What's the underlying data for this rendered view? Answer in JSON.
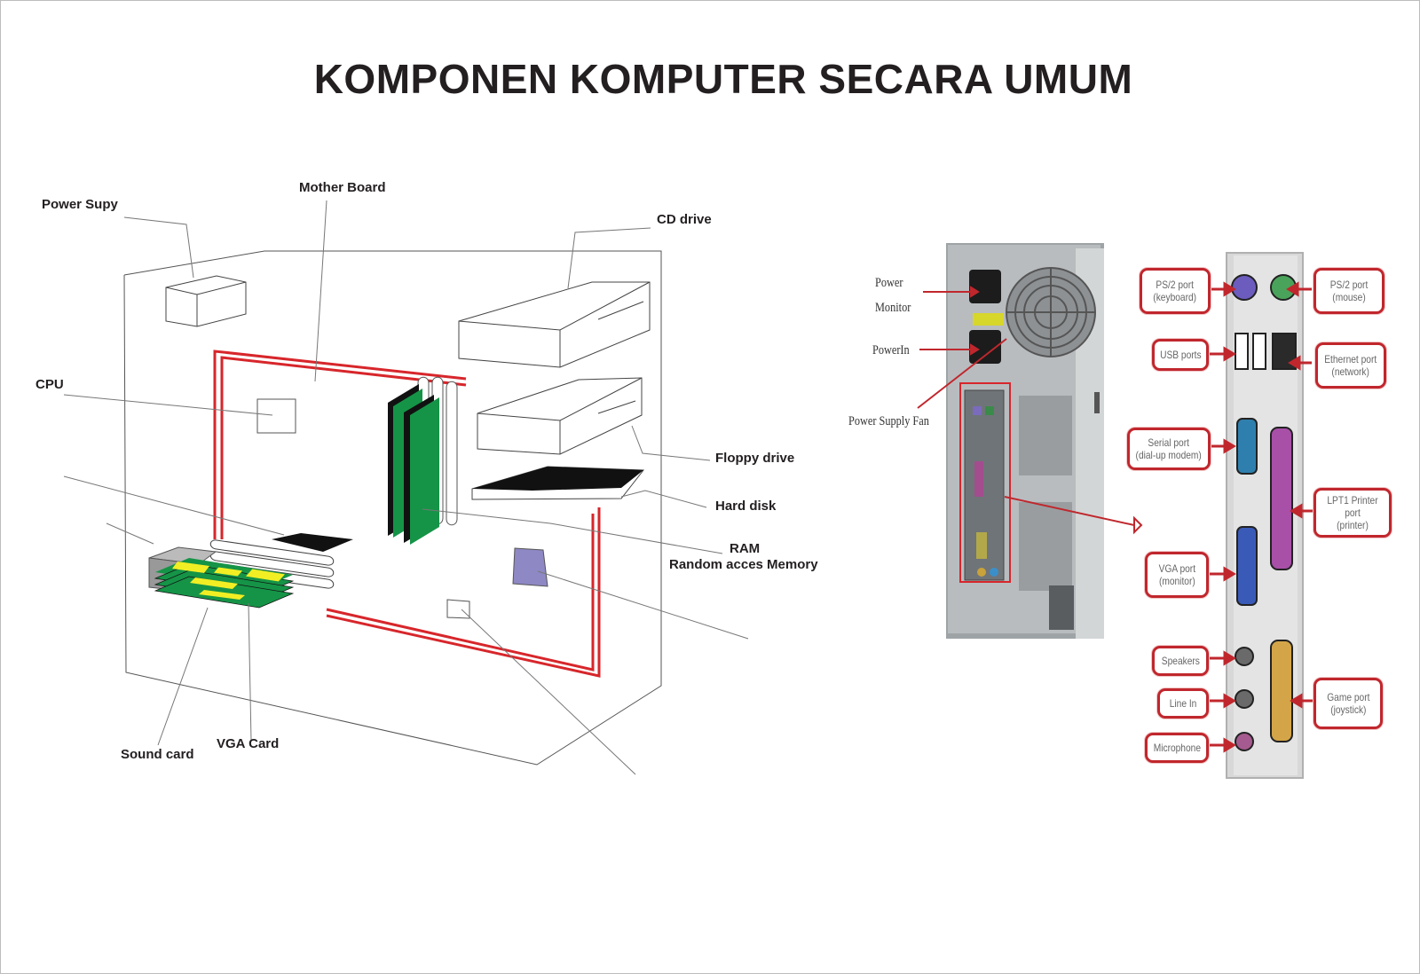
{
  "title": "KOMPONEN KOMPUTER SECARA UMUM",
  "left_diagram": {
    "labels": {
      "power_supply": "Power Supy",
      "mother_board": "Mother Board",
      "cd_drive": "CD drive",
      "cpu": "CPU",
      "floppy_drive": "Floppy drive",
      "hard_disk": "Hard disk",
      "ram": "RAM",
      "ram_full": "Random acces Memory",
      "sound_card": "Sound card",
      "vga_card": "VGA Card"
    }
  },
  "right_diagram": {
    "case_labels": {
      "power_monitor_1": "Power",
      "power_monitor_2": "Monitor",
      "power_in": "PowerIn",
      "power_supply_fan": "Power Supply Fan"
    },
    "port_tags": [
      {
        "id": "ps2-keyboard",
        "line1": "PS/2 port",
        "line2": "(keyboard)"
      },
      {
        "id": "ps2-mouse",
        "line1": "PS/2 port",
        "line2": "(mouse)"
      },
      {
        "id": "usb",
        "line1": "USB ports",
        "line2": ""
      },
      {
        "id": "ethernet",
        "line1": "Ethernet port",
        "line2": "(network)"
      },
      {
        "id": "serial",
        "line1": "Serial port",
        "line2": "(dial-up modem)"
      },
      {
        "id": "lpt1",
        "line1": "LPT1 Printer port",
        "line2": "(printer)"
      },
      {
        "id": "vga",
        "line1": "VGA port",
        "line2": "(monitor)"
      },
      {
        "id": "speakers",
        "line1": "Speakers",
        "line2": ""
      },
      {
        "id": "line-in",
        "line1": "Line In",
        "line2": ""
      },
      {
        "id": "microphone",
        "line1": "Microphone",
        "line2": ""
      },
      {
        "id": "game",
        "line1": "Game port",
        "line2": "(joystick)"
      }
    ]
  },
  "colors": {
    "red": "#d7262b",
    "green": "#159447",
    "ram_chip": "#8e88c4",
    "text": "#231f20"
  }
}
